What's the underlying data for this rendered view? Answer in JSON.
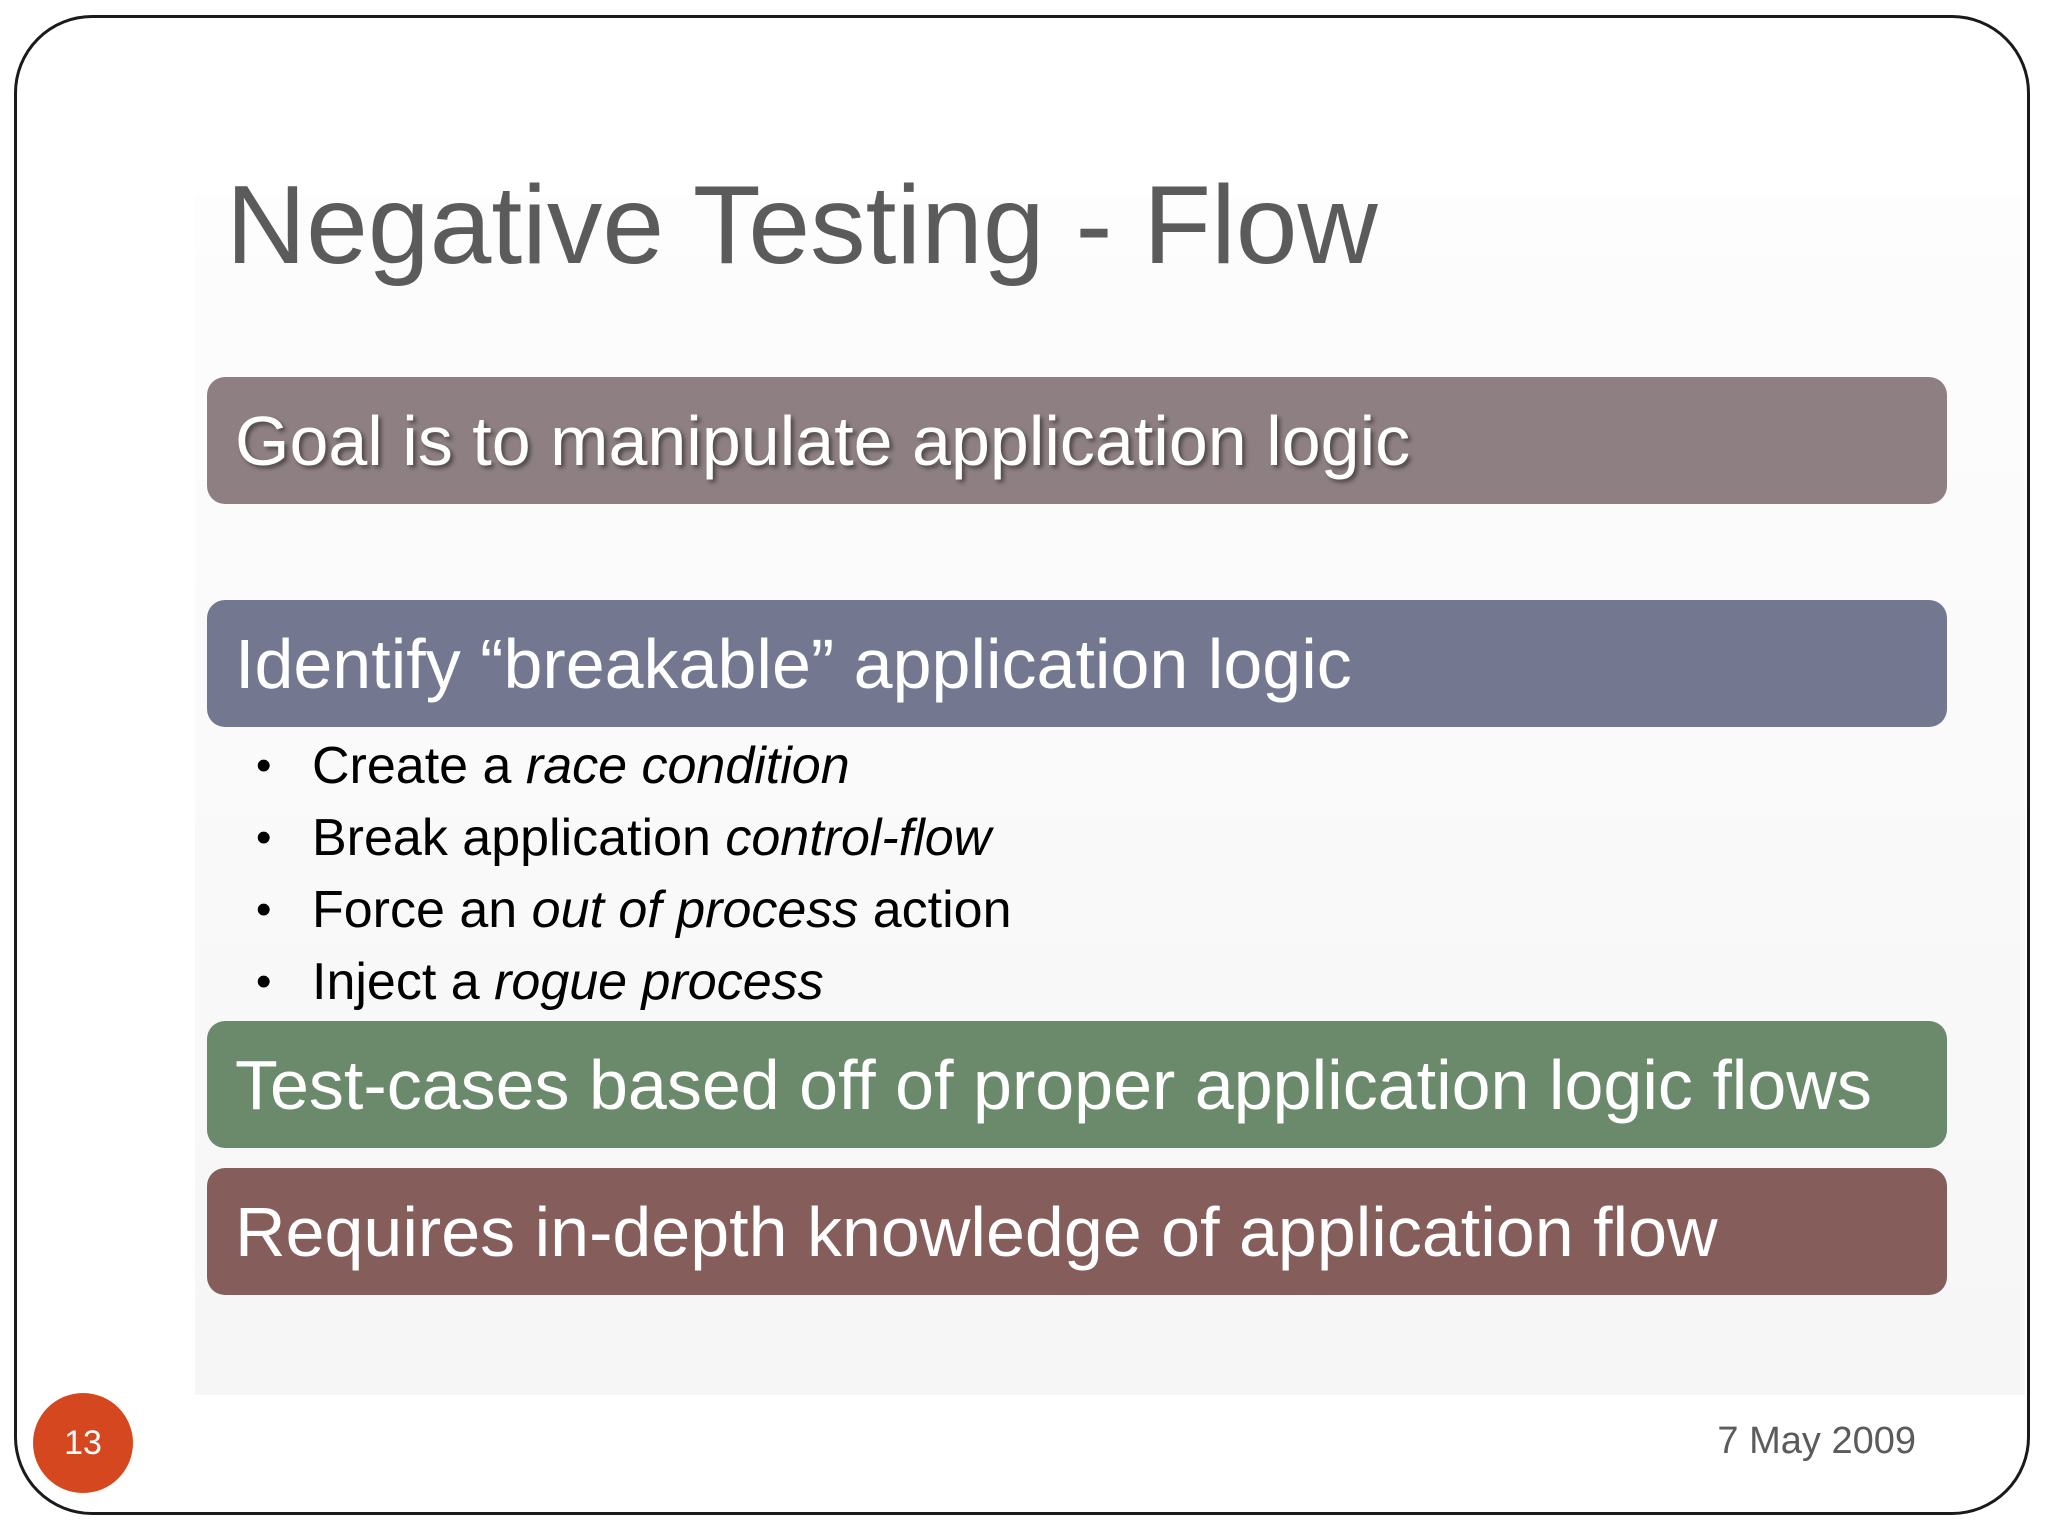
{
  "slide": {
    "title": "Negative Testing - Flow",
    "bars": {
      "goal": "Goal is to manipulate application logic",
      "identify": "Identify “breakable” application logic",
      "testcases": "Test-cases based off of proper application logic flows",
      "requires": "Requires in-depth knowledge of application flow"
    },
    "bullets": [
      {
        "plain": "Create a ",
        "italic": "race condition",
        "after": ""
      },
      {
        "plain": "Break application ",
        "italic": "control-flow",
        "after": ""
      },
      {
        "plain": "Force an ",
        "italic": "out of process",
        "after": " action"
      },
      {
        "plain": "Inject a ",
        "italic": "rogue process",
        "after": ""
      }
    ],
    "bullet_symbol": "•",
    "page_number": "13",
    "date": "7 May 2009"
  },
  "colors": {
    "goal_bar": "#8e8082",
    "identify_bar": "#737790",
    "testcases_bar": "#6a8a6b",
    "requires_bar": "#855e5c",
    "page_badge": "#d5481f",
    "title_text": "#5b5b5b"
  }
}
